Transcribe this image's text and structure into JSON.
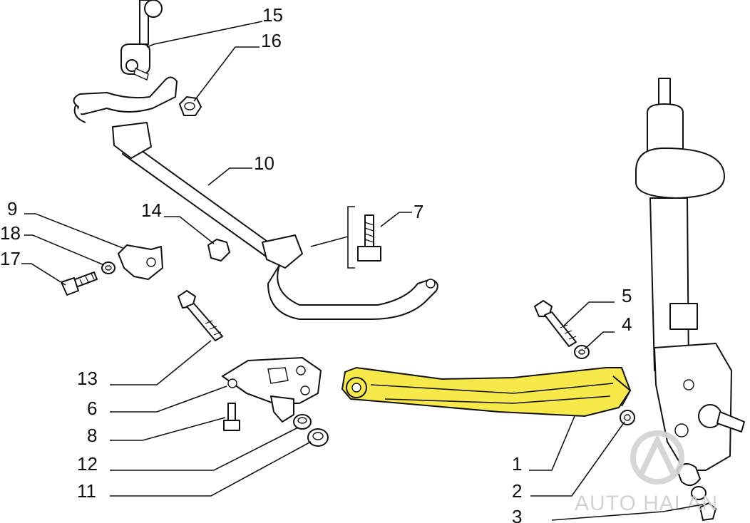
{
  "callouts": {
    "n1": "1",
    "n2": "2",
    "n3": "3",
    "n4": "4",
    "n5": "5",
    "n6": "6",
    "n7": "7",
    "n8": "8",
    "n9": "9",
    "n10": "10",
    "n11": "11",
    "n12": "12",
    "n13": "13",
    "n14": "14",
    "n15": "15",
    "n16": "16",
    "n17": "17",
    "n18": "18"
  },
  "highlight": {
    "part": "1",
    "color": "#f7e94a"
  },
  "watermark": {
    "text": "AUTO HALAN"
  }
}
